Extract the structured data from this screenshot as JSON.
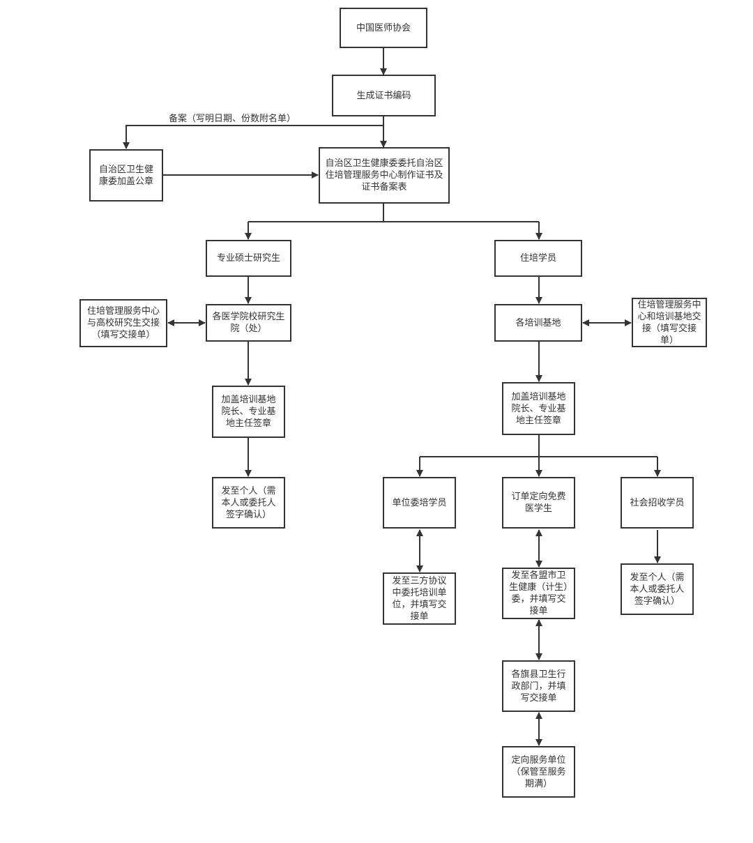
{
  "flowchart": {
    "nodes": {
      "cma": "中国医师协会",
      "gen_code": "生成证书编码",
      "seal": "自治区卫生健康委加盖公章",
      "make_cert": "自治区卫生健康委委托自治区住培管理服务中心制作证书及证书备案表",
      "master": "专业硕士研究生",
      "resident": "住培学员",
      "handover_univ": "住培管理服务中心与高校研究生交接（填写交接单）",
      "grad_school": "各医学院校研究生院（处）",
      "base": "各培训基地",
      "handover_base": "住培管理服务中心和培训基地交接（填写交接单）",
      "sign_left": "加盖培训基地院长、专业基地主任签章",
      "sign_right": "加盖培训基地院长、专业基地主任签章",
      "personal_left": "发至个人（需本人或委托人签字确认）",
      "unit_trainee": "单位委培学员",
      "order_free": "订单定向免费医学生",
      "social": "社会招收学员",
      "third_party": "发至三方协议中委托培训单位，并填写交接单",
      "league_city": "发至各盟市卫生健康（计生）委，并填写交接单",
      "personal_right": "发至个人（需本人或委托人签字确认）",
      "banner_county": "各旗县卫生行政部门，并填写交接单",
      "service_unit": "定向服务单位（保管至服务期满）"
    },
    "edge_label_filing": "备案（写明日期、份数附名单）"
  },
  "colors": {
    "line": "#333333",
    "box_border": "#333333",
    "text": "#333333"
  }
}
